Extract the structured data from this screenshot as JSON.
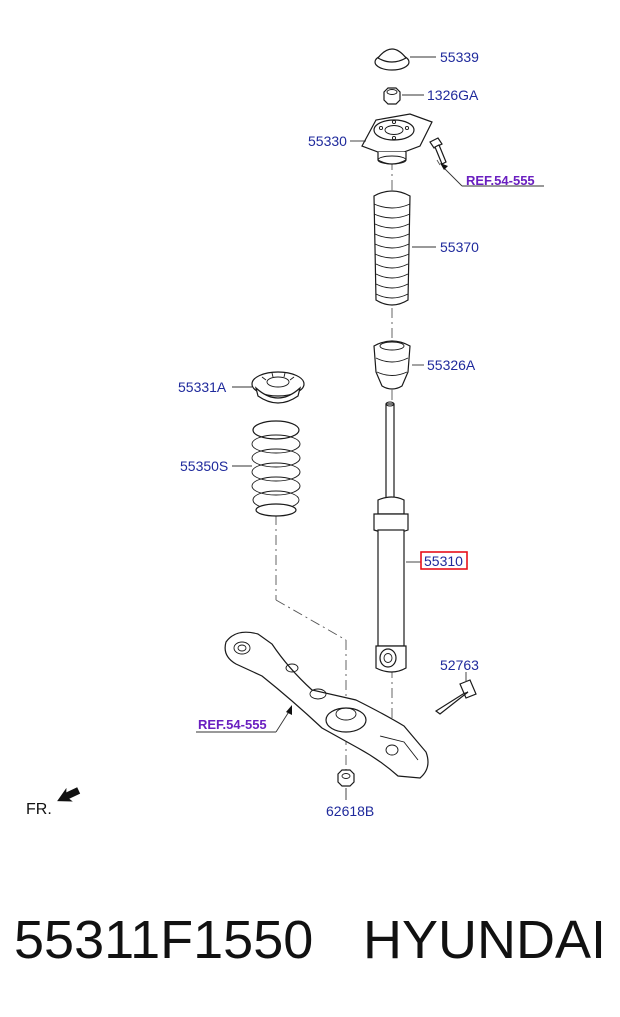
{
  "labels": {
    "p55339": "55339",
    "p1326ga": "1326GA",
    "p55330": "55330",
    "ref_top": "REF.54-555",
    "p55370": "55370",
    "p55326a": "55326A",
    "p55331a": "55331A",
    "p55350s": "55350S",
    "p55310": "55310",
    "p52763": "52763",
    "ref_bottom": "REF.54-555",
    "p62618b": "62618B",
    "fr": "FR."
  },
  "highlight_color": "#e8101a",
  "caption": {
    "part_number": "55311F1550",
    "brand": "HYUNDAI"
  }
}
